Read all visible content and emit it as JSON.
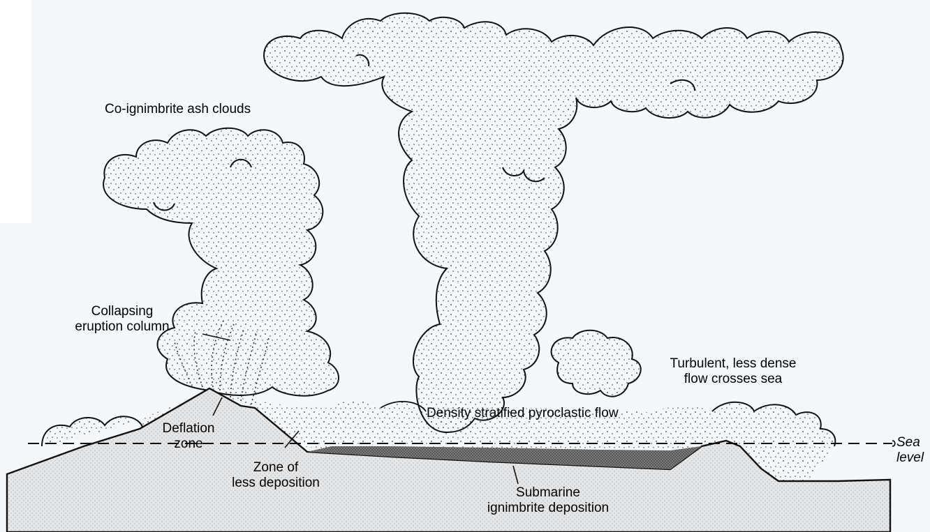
{
  "diagram": {
    "labels": {
      "ash_clouds": "Co-ignimbrite ash clouds",
      "collapsing_1": "Collapsing",
      "collapsing_2": "eruption column",
      "turbulent_1": "Turbulent, less dense",
      "turbulent_2": "flow crosses sea",
      "density_flow": "Density stratified pyroclastic flow",
      "deflation_1": "Deflation",
      "deflation_2": "zone",
      "less_dep_1": "Zone of",
      "less_dep_2": "less deposition",
      "submarine_1": "Submarine",
      "submarine_2": "ignimbrite deposition",
      "sea_1": "Sea",
      "sea_2": "level"
    },
    "colors": {
      "background": "#f4f8fa",
      "ink": "#111111",
      "cloud_fill": "#f7f9fb",
      "ground_fill": "#e2e4e6",
      "deposit_fill": "#6a6a6a"
    }
  }
}
